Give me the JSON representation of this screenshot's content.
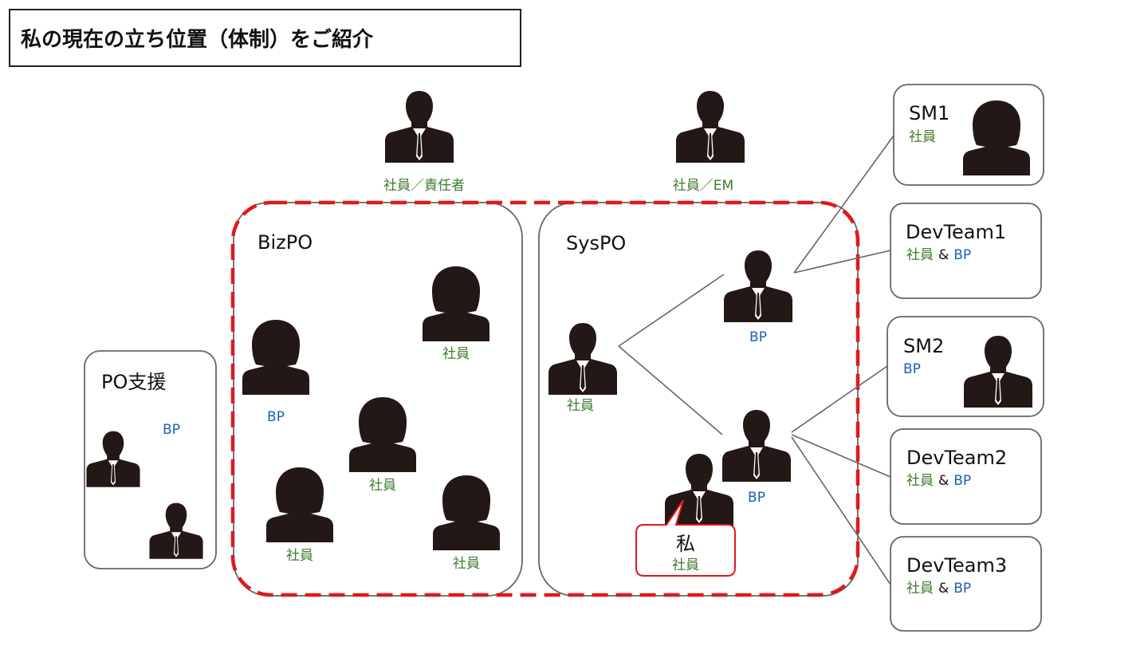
{
  "title": "私の現在の立ち位置（体制）をご紹介",
  "colors": {
    "employee": "#3c7a2e",
    "bp": "#1d5fb5",
    "silhouette": "#231815",
    "highlight_dashed": "#e0191c",
    "box_border": "#666666"
  },
  "legend_terms": {
    "employee": "社員",
    "bp": "BP",
    "and": "&"
  },
  "top": {
    "manager": "社員／責任者",
    "em": "社員／EM"
  },
  "boxes": {
    "bizpo": "BizPO",
    "syspo": "SysPO",
    "po_support": "PO支援"
  },
  "bizpo_members": {
    "woman_top_right": "社員",
    "woman_left": "BP",
    "woman_center": "社員",
    "woman_bottom_left": "社員",
    "woman_bottom_right": "社員"
  },
  "po_support_role": "BP",
  "syspo_members": {
    "lead": "社員",
    "bp_top": "BP",
    "bp_bottom": "BP"
  },
  "me": {
    "label": "私",
    "role": "社員"
  },
  "teams": {
    "sm1": {
      "name": "SM1",
      "role": "社員"
    },
    "devteam1": {
      "name": "DevTeam1",
      "role_a": "社員",
      "amp": "&",
      "role_b": "BP"
    },
    "sm2": {
      "name": "SM2",
      "role": "BP"
    },
    "devteam2": {
      "name": "DevTeam2",
      "role_a": "社員",
      "amp": "&",
      "role_b": "BP"
    },
    "devteam3": {
      "name": "DevTeam3",
      "role_a": "社員",
      "amp": "&",
      "role_b": "BP"
    }
  }
}
